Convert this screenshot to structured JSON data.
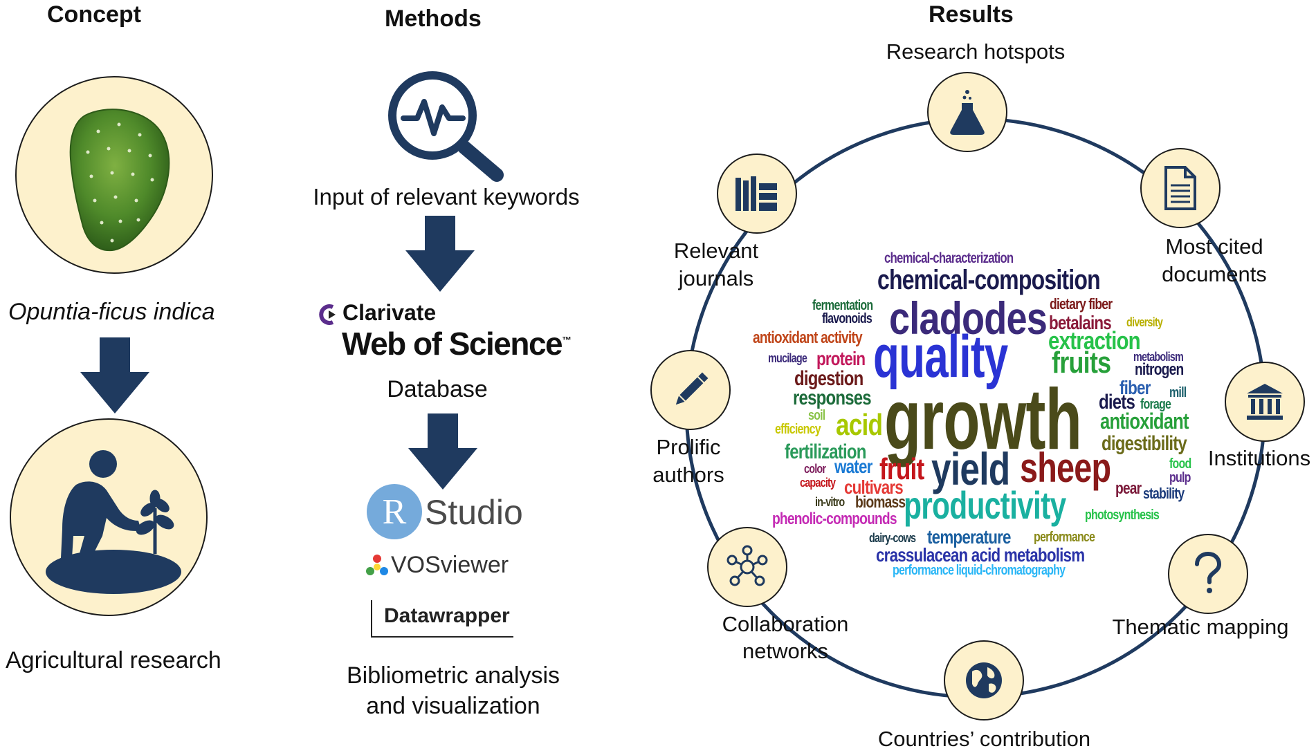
{
  "concept": {
    "heading": "Concept",
    "plant_name": "Opuntia-ficus indica",
    "research_label": "Agricultural research"
  },
  "methods": {
    "heading": "Methods",
    "step1": "Input of relevant keywords",
    "clarivate": "Clarivate",
    "wos": "Web of Science",
    "tm": "™",
    "database": "Database",
    "r_letter": "R",
    "studio": "Studio",
    "vosviewer": "VOSviewer",
    "datawrapper": "Datawrapper",
    "final_line1": "Bibliometric analysis",
    "final_line2": "and visualization"
  },
  "results": {
    "heading": "Results",
    "research_hotspots": "Research hotspots",
    "most_cited_line1": "Most cited",
    "most_cited_line2": "documents",
    "institutions": "Institutions",
    "thematic_mapping": "Thematic mapping",
    "countries": "Countries’ contribution",
    "collab_line1": "Collaboration",
    "collab_line2": "networks",
    "prolific_line1": "Prolific",
    "prolific_line2": "authors",
    "journals_line1": "Relevant",
    "journals_line2": "journals"
  },
  "colors": {
    "navy": "#1f3a5f",
    "cream": "#fdf1cc",
    "r_blue": "#75aadb",
    "clarivate_purple": "#5b2d8c"
  },
  "wordcloud": {
    "w1": "chemical-characterization",
    "w2": "chemical-composition",
    "w3": "fermentation",
    "w4": "flavonoids",
    "w5": "cladodes",
    "w6": "dietary fiber",
    "w7": "betalains",
    "w8": "diversity",
    "w9": "antioxidant activity",
    "w10": "extraction",
    "w11": "mucilage",
    "w12": "protein",
    "w13": "quality",
    "w14": "metabolism",
    "w15": "fruits",
    "w16": "nitrogen",
    "w17": "digestion",
    "w18": "fiber",
    "w19": "mill",
    "w20": "responses",
    "w21": "diets",
    "w22": "forage",
    "w23": "soil",
    "w24": "growth",
    "w25": "antioxidant",
    "w26": "efficiency",
    "w27": "acid",
    "w28": "fertilization",
    "w29": "digestibility",
    "w30": "color",
    "w31": "water",
    "w32": "fruit",
    "w33": "yield",
    "w34": "sheep",
    "w35": "food",
    "w36": "capacity",
    "w37": "cultivars",
    "w38": "pulp",
    "w39": "pear",
    "w40": "stability",
    "w41": "in-vitro",
    "w42": "biomass",
    "w43": "productivity",
    "w44": "phenolic-compounds",
    "w45": "photosynthesis",
    "w46": "dairy-cows",
    "w47": "temperature",
    "w48": "performance",
    "w49": "crassulacean acid metabolism",
    "w50": "performance liquid-chromatography"
  }
}
